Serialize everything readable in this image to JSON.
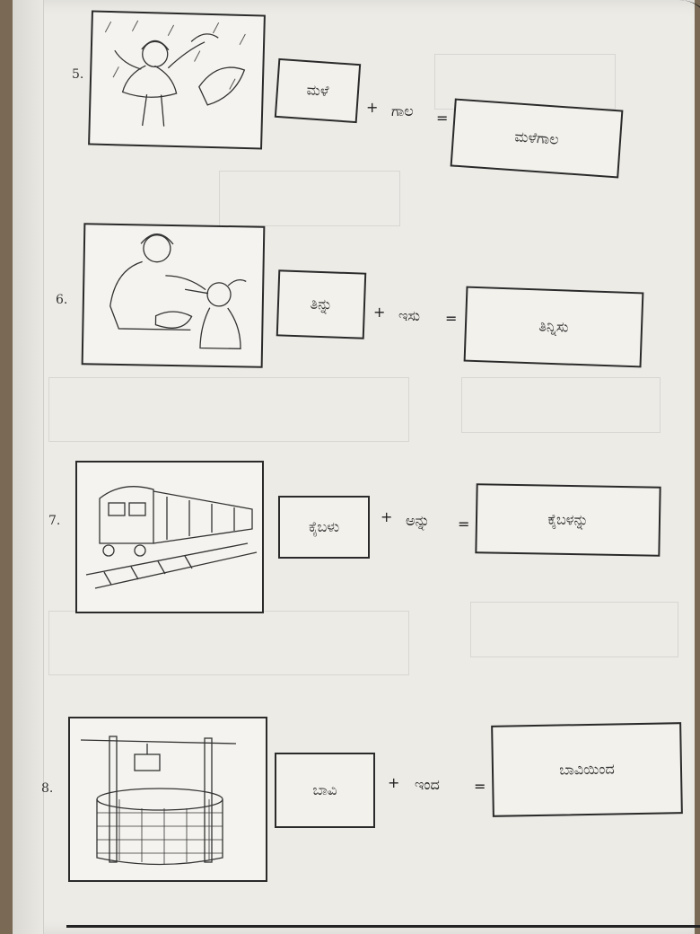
{
  "rows": [
    {
      "number": "5.",
      "word": "ಮಳೆ",
      "suffix": "ಗಾಲ",
      "answer": "ಮಳೆಗಾಲ",
      "image_icon": "girl-in-rain-icon"
    },
    {
      "number": "6.",
      "word": "ತಿನ್ನು",
      "suffix": "ಇಸು",
      "answer": "ತಿನ್ನಿಸು",
      "image_icon": "mother-feeding-child-icon"
    },
    {
      "number": "7.",
      "word": "ಕೈಬಳು",
      "suffix": "ಅನ್ನು",
      "answer": "ಕೈಬಳನ್ನು",
      "image_icon": "train-icon"
    },
    {
      "number": "8.",
      "word": "ಬಾವಿ",
      "suffix": "ಇಂದ",
      "answer": "ಬಾವಿಯಿಂದ",
      "image_icon": "well-icon"
    }
  ],
  "plus": "+",
  "equals": "="
}
